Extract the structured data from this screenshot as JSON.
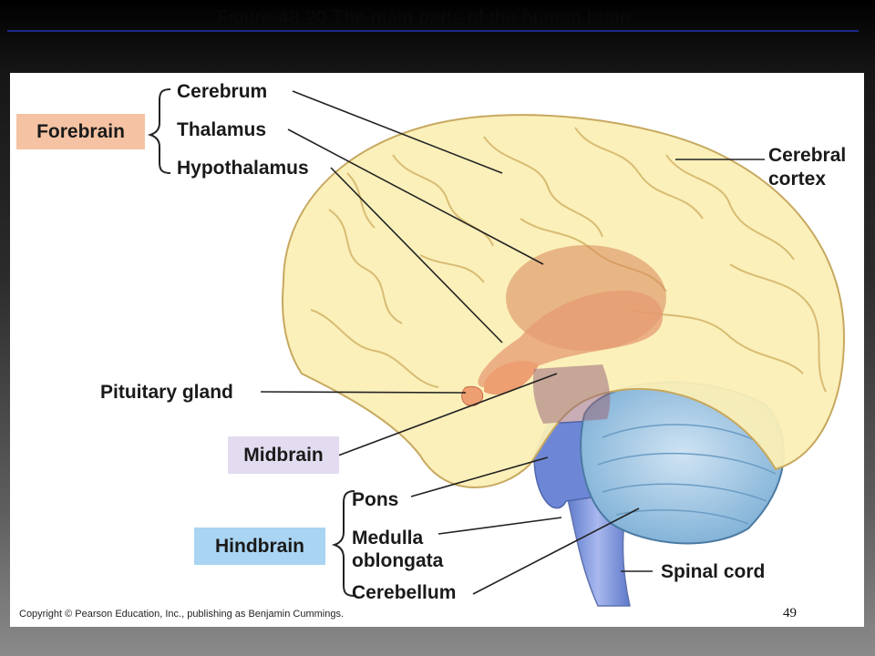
{
  "slide": {
    "title": "Figure 48.20  The main parts of the human brain",
    "copyright": "Copyright © Pearson Education, Inc., publishing as Benjamin Cummings.",
    "page_number": "49"
  },
  "regions": {
    "forebrain": "Forebrain",
    "midbrain": "Midbrain",
    "hindbrain": "Hindbrain"
  },
  "labels": {
    "cerebrum": "Cerebrum",
    "thalamus": "Thalamus",
    "hypothalamus": "Hypothalamus",
    "cerebral_cortex_line1": "Cerebral",
    "cerebral_cortex_line2": "cortex",
    "pituitary_gland": "Pituitary gland",
    "pons": "Pons",
    "medulla_line1": "Medulla",
    "medulla_line2": "oblongata",
    "cerebellum": "Cerebellum",
    "spinal_cord": "Spinal cord"
  },
  "colors": {
    "forebrain_box": "#f5c3a3",
    "midbrain_box": "#e3dbef",
    "hindbrain_box": "#a9d4f2",
    "brain_fill": "#fbefb6",
    "thalamus": "#d9865a",
    "brainstem": "#7f96d9",
    "cerebellum": "#a9cbe6"
  }
}
